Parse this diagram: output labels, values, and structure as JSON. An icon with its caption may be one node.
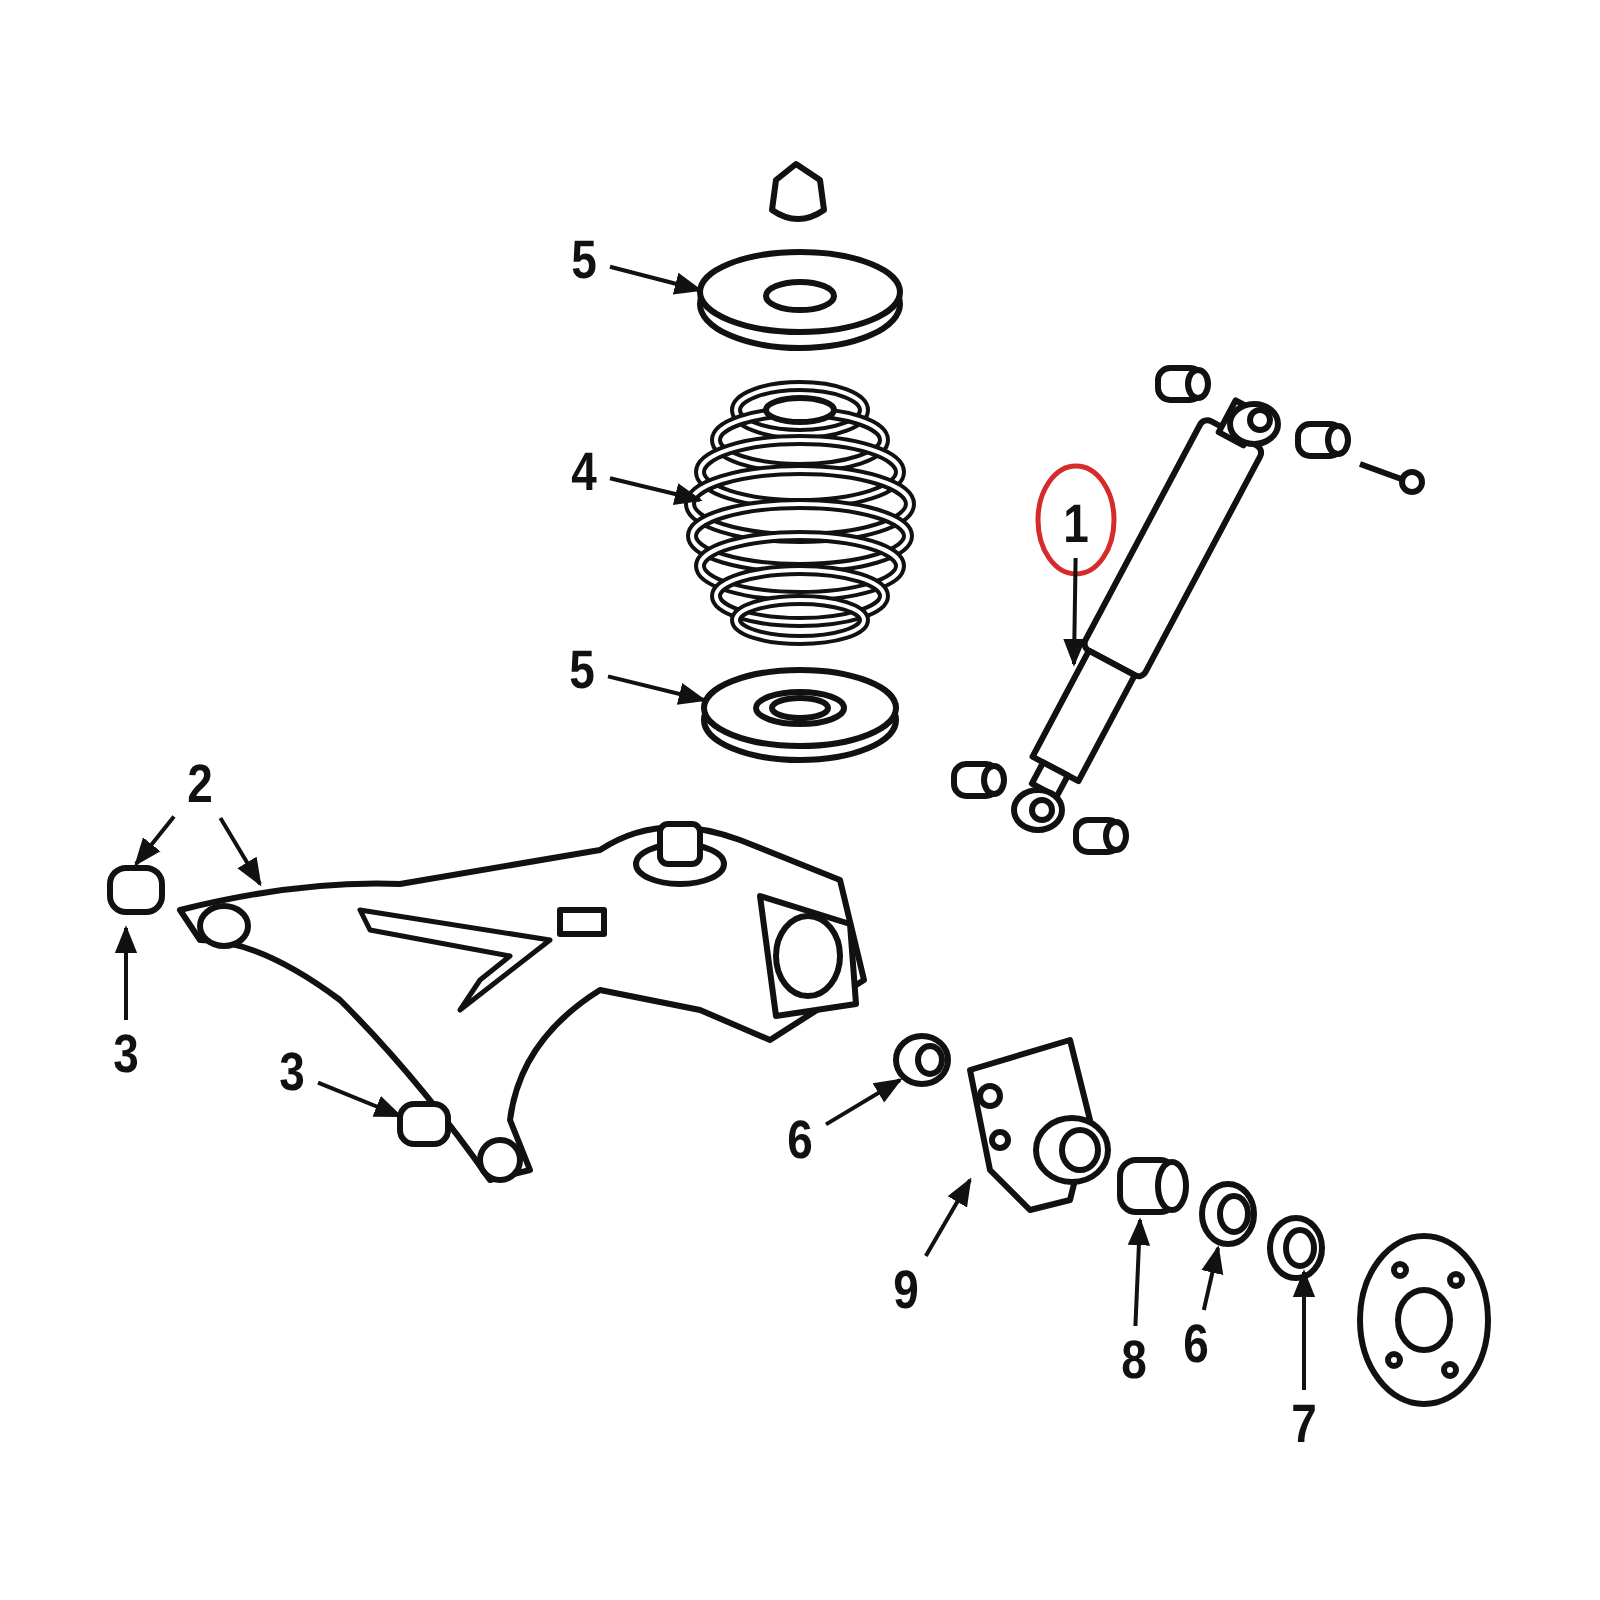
{
  "diagram": {
    "nodes": [
      {
        "text": [
          "5"
        ]
      },
      {
        "text": [
          "4"
        ]
      },
      {
        "text": [
          "1"
        ]
      },
      {
        "text": [
          "5"
        ]
      },
      {
        "text": [
          "2"
        ]
      },
      {
        "text": [
          "3"
        ]
      },
      {
        "text": [
          "3"
        ]
      },
      {
        "text": [
          "6"
        ]
      },
      {
        "text": [
          "9"
        ]
      },
      {
        "text": [
          "6"
        ]
      },
      {
        "text": [
          "8"
        ]
      },
      {
        "text": [
          "7"
        ]
      }
    ],
    "edges": [
      {
        "from": 0,
        "to": null,
        "arrow": "to"
      },
      {
        "from": 1,
        "to": null,
        "arrow": "to"
      },
      {
        "from": 2,
        "to": null,
        "arrow": "to"
      },
      {
        "from": 3,
        "to": null,
        "arrow": "to"
      },
      {
        "from": 4,
        "to": null,
        "arrow": "to"
      },
      {
        "from": 4,
        "to": null,
        "arrow": "to"
      },
      {
        "from": 5,
        "to": null,
        "arrow": "to"
      },
      {
        "from": 6,
        "to": null,
        "arrow": "to"
      },
      {
        "from": 7,
        "to": null,
        "arrow": "to"
      },
      {
        "from": 8,
        "to": null,
        "arrow": "to"
      },
      {
        "from": 9,
        "to": null,
        "arrow": "to"
      },
      {
        "from": 10,
        "to": null,
        "arrow": "to"
      },
      {
        "from": 11,
        "to": null,
        "arrow": "to"
      }
    ]
  }
}
